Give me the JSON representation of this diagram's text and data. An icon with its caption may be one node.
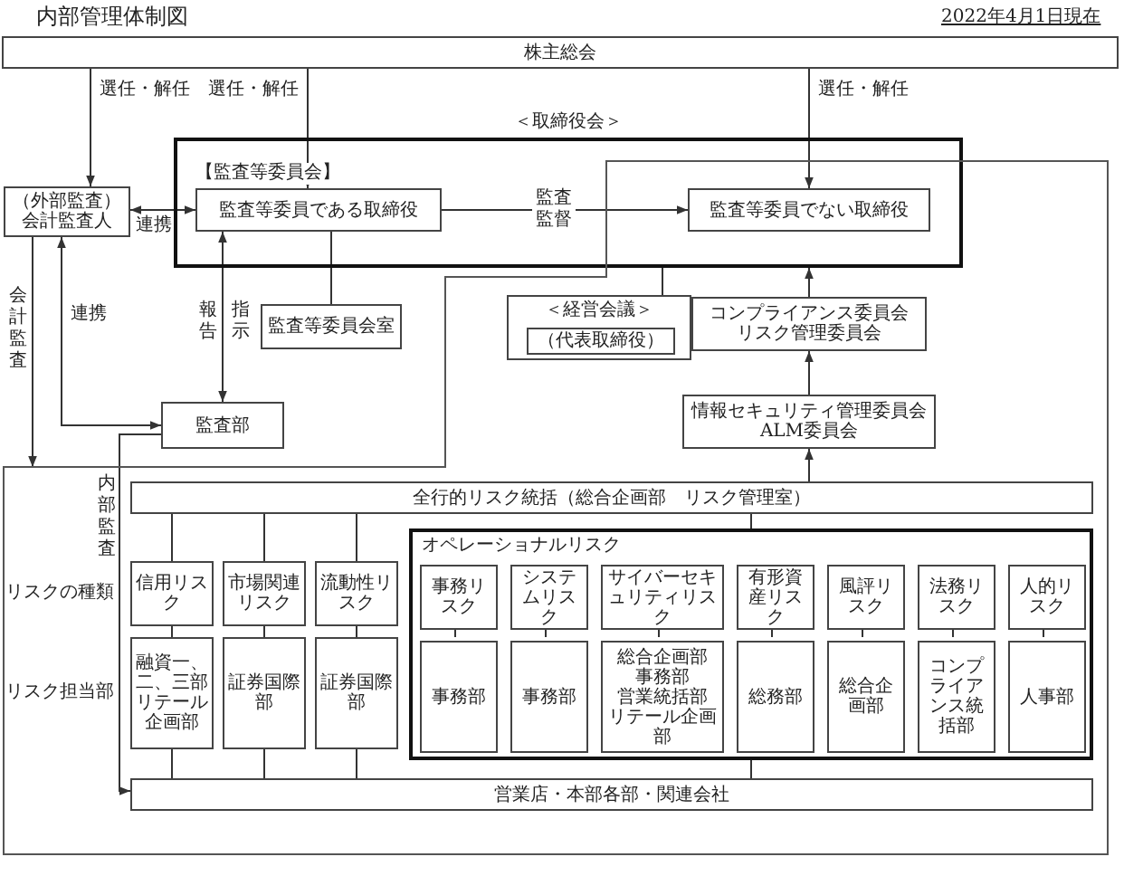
{
  "diagram": {
    "title": "内部管理体制図",
    "nodes": [
      {
        "text": [
          "株主総会"
        ]
      },
      {
        "text": [
          "＜取締役会＞"
        ]
      },
      {
        "text": [
          "（外部監査）",
          "会計監査人"
        ]
      },
      {
        "text": [
          "監査等委員である取締役"
        ],
        "in": 1
      },
      {
        "text": [
          "監査等委員でない取締役"
        ],
        "in": 1
      },
      {
        "text": [
          "監査等委員会室"
        ]
      },
      {
        "text": [
          "監査部"
        ]
      },
      {
        "text": [],
        "shape": "box"
      },
      {
        "text": [
          "＜経営会議＞"
        ],
        "in": 7
      },
      {
        "text": [
          "（代表取締役）"
        ],
        "in": 8
      },
      {
        "text": [
          "コンプライアンス委員会",
          "リスク管理委員会"
        ],
        "in": 7
      },
      {
        "text": [
          "情報セキュリティ管理委員会",
          "ALM委員会"
        ],
        "in": 7
      },
      {
        "text": [
          "全行的リスク統括（総合企画部　リスク管理室）"
        ],
        "in": 7
      },
      {
        "text": [
          "信用リスク"
        ],
        "in": 7
      },
      {
        "text": [
          "市場関連リスク"
        ],
        "in": 7
      },
      {
        "text": [
          "流動性リスク"
        ],
        "in": 7
      },
      {
        "text": [
          "オペレーショナルリスク"
        ],
        "in": 7
      },
      {
        "text": [
          "事務リスク"
        ],
        "in": 16
      },
      {
        "text": [
          "システムリスク"
        ],
        "in": 16
      },
      {
        "text": [
          "サイバーセキュリティリスク"
        ],
        "in": 16
      },
      {
        "text": [
          "有形資産リスク"
        ],
        "in": 16
      },
      {
        "text": [
          "風評リスク"
        ],
        "in": 16
      },
      {
        "text": [
          "法務リスク"
        ],
        "in": 16
      },
      {
        "text": [
          "人的リスク"
        ],
        "in": 16
      },
      {
        "text": [
          "融資一、二、三部",
          "リテール企画部"
        ],
        "in": 7
      },
      {
        "text": [
          "証券国際部"
        ],
        "in": 7
      },
      {
        "text": [
          "証券国際部"
        ],
        "in": 7
      },
      {
        "text": [
          "事務部"
        ],
        "in": 16
      },
      {
        "text": [
          "事務部"
        ],
        "in": 16
      },
      {
        "text": [
          "総合企画部",
          "事務部",
          "営業統括部",
          "リテール企画部"
        ],
        "in": 16
      },
      {
        "text": [
          "総務部"
        ],
        "in": 16
      },
      {
        "text": [
          "総合企画部"
        ],
        "in": 16
      },
      {
        "text": [
          "コンプライアンス統括部"
        ],
        "in": 16
      },
      {
        "text": [
          "人事部"
        ],
        "in": 16
      },
      {
        "text": [
          "営業店・本部各部・関連会社"
        ],
        "in": 7
      }
    ],
    "edges": [
      {
        "from": 0,
        "to": 2,
        "arrow": "to",
        "label": "選任・解任"
      },
      {
        "from": 0,
        "to": 3,
        "arrow": "to",
        "label": "選任・解任"
      },
      {
        "from": 0,
        "to": 4,
        "arrow": "to",
        "label": "選任・解任"
      },
      {
        "from": 2,
        "to": 3,
        "arrow": "both",
        "label": "連携"
      },
      {
        "from": 3,
        "to": 4,
        "arrow": "to",
        "label": "監査監督"
      },
      {
        "from": 3,
        "to": 5,
        "arrow": "none"
      },
      {
        "from": 3,
        "to": 6,
        "arrow": "both",
        "label": "報告"
      },
      {
        "from": 2,
        "to": 6,
        "arrow": "both",
        "label": "連携"
      },
      {
        "from": 2,
        "to": 7,
        "arrow": "to",
        "label": "会計監査"
      },
      {
        "from": 6,
        "to": 34,
        "arrow": "to",
        "label": "内部監査"
      },
      {
        "from": 1,
        "to": 8,
        "arrow": "none"
      },
      {
        "from": 10,
        "to": 1,
        "arrow": "to"
      },
      {
        "from": 11,
        "to": 10,
        "arrow": "to"
      },
      {
        "from": 12,
        "to": 11,
        "arrow": "to"
      },
      {
        "from": 12,
        "to": 13,
        "arrow": "none"
      },
      {
        "from": 12,
        "to": 14,
        "arrow": "none"
      },
      {
        "from": 12,
        "to": 15,
        "arrow": "none"
      },
      {
        "from": 12,
        "to": 16,
        "arrow": "none"
      },
      {
        "from": 13,
        "to": 24,
        "arrow": "none"
      },
      {
        "from": 14,
        "to": 25,
        "arrow": "none"
      },
      {
        "from": 15,
        "to": 26,
        "arrow": "none"
      },
      {
        "from": 24,
        "to": 34,
        "arrow": "none"
      },
      {
        "from": 25,
        "to": 34,
        "arrow": "none"
      },
      {
        "from": 26,
        "to": 34,
        "arrow": "none"
      },
      {
        "from": 17,
        "to": 27,
        "arrow": "none"
      },
      {
        "from": 18,
        "to": 28,
        "arrow": "none"
      },
      {
        "from": 19,
        "to": 29,
        "arrow": "none"
      },
      {
        "from": 20,
        "to": 30,
        "arrow": "none"
      },
      {
        "from": 21,
        "to": 31,
        "arrow": "none"
      },
      {
        "from": 22,
        "to": 32,
        "arrow": "none"
      },
      {
        "from": 23,
        "to": 33,
        "arrow": "none"
      },
      {
        "from": 16,
        "to": 34,
        "arrow": "none"
      }
    ],
    "labels": [
      "2022年4月1日現在",
      "【監査等委員会】",
      "指示",
      "リスクの種類",
      "リスク担当部"
    ]
  }
}
